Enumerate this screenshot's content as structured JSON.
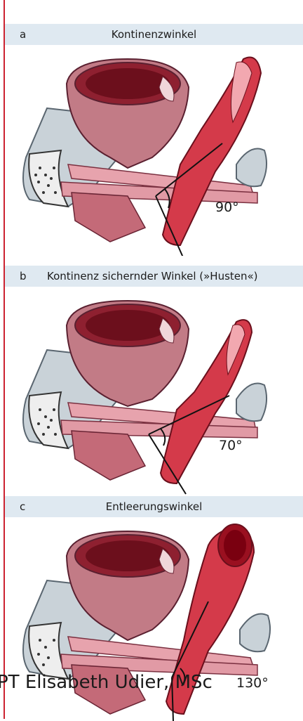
{
  "panels": [
    {
      "letter": "a",
      "caption": "Kontinenzwinkel",
      "angle": "90°"
    },
    {
      "letter": "b",
      "caption": "Kontinenz sichernder Winkel (»Husten«)",
      "angle": "70°"
    },
    {
      "letter": "c",
      "caption": "Entleerungswinkel",
      "angle": "130°"
    }
  ],
  "watermark": "PT Elisabeth Udier, MSc",
  "colors": {
    "header_bg": "#dfe9f1",
    "muscle_red": "#d43a4a",
    "bladder_pink": "#c27b86",
    "bone_gray": "#c9d2d8",
    "margin_red": "#cc2230"
  }
}
